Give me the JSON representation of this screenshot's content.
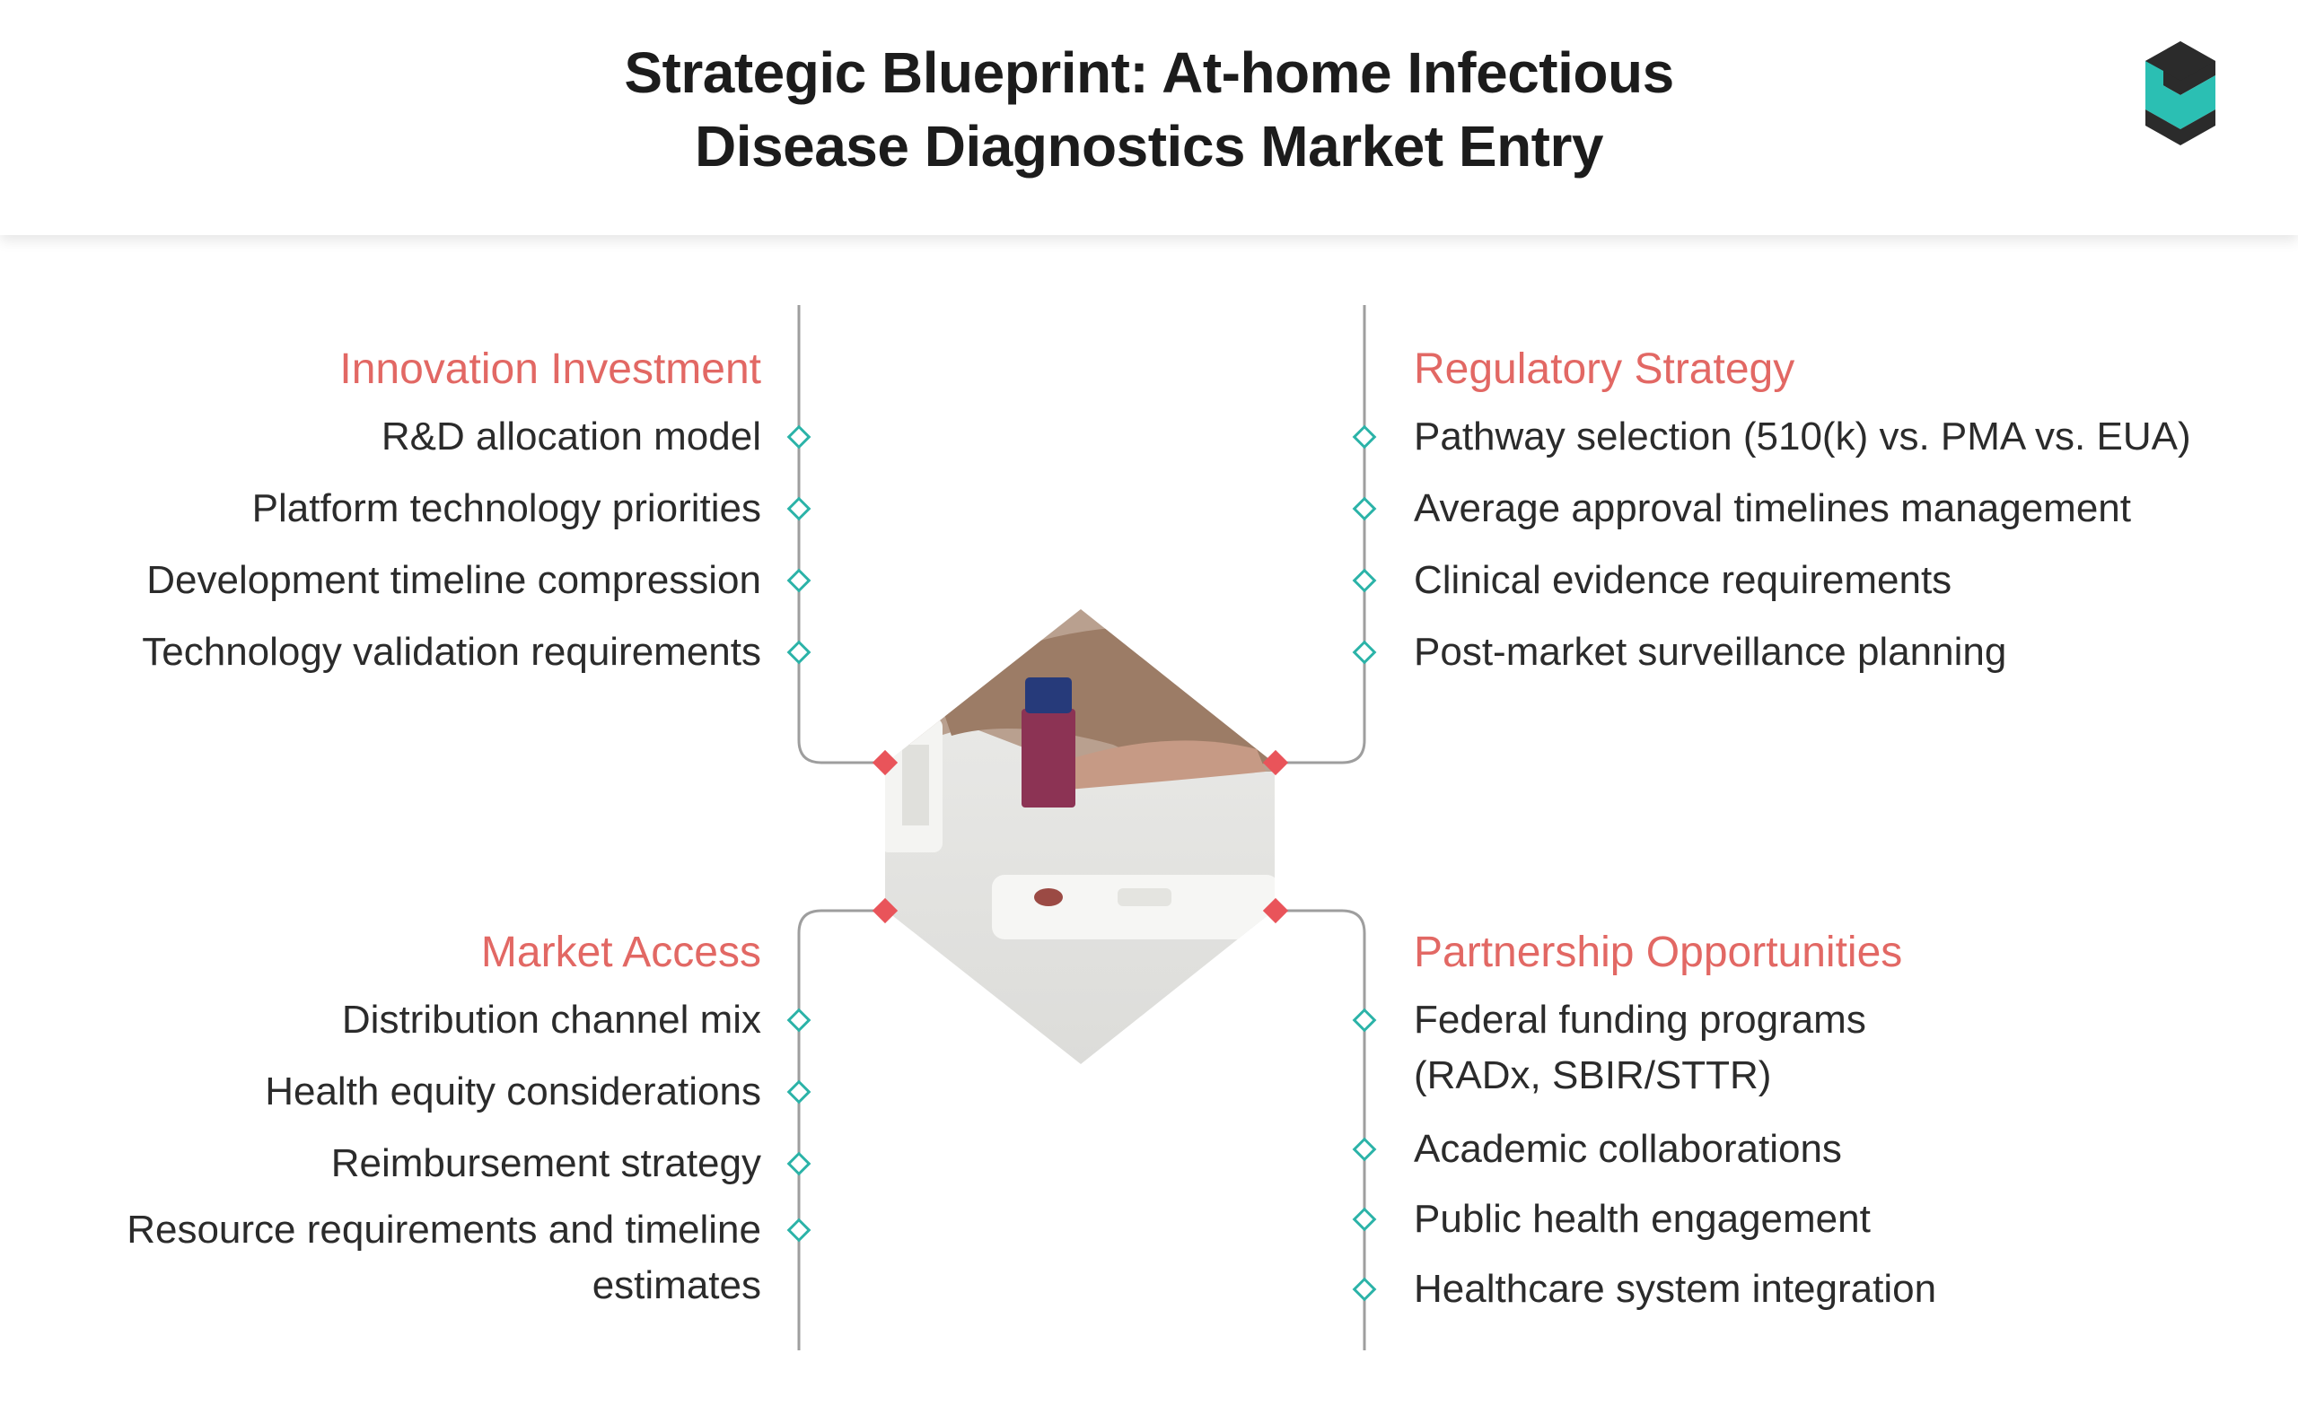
{
  "title": {
    "line1": "Strategic Blueprint: At-home Infectious",
    "line2": "Disease Diagnostics Market Entry"
  },
  "logo": {
    "icon": "brand-cube-logo",
    "colors": [
      "#2b2b2b",
      "#2bbfb3"
    ]
  },
  "colors": {
    "accent": "#e26864",
    "teal_dot": "#2bb3a8",
    "connector": "#9e9e9e",
    "red_node": "#e9545a"
  },
  "center_image": {
    "icon": "rapid-test-photo-hexagon"
  },
  "sections": {
    "innovation": {
      "title": "Innovation Investment",
      "items": [
        "R&D allocation model",
        "Platform technology priorities",
        "Development timeline compression",
        "Technology validation requirements"
      ]
    },
    "regulatory": {
      "title": "Regulatory Strategy",
      "items": [
        "Pathway selection (510(k) vs. PMA vs. EUA)",
        "Average approval timelines management",
        "Clinical evidence requirements",
        "Post-market surveillance planning"
      ]
    },
    "market": {
      "title": "Market Access",
      "items": [
        "Distribution channel mix",
        "Health equity considerations",
        "Reimbursement strategy",
        "Resource requirements and timeline estimates"
      ]
    },
    "partnership": {
      "title": "Partnership Opportunities",
      "items": [
        "Federal funding programs (RADx, SBIR/STTR)",
        "Academic collaborations",
        "Public health engagement",
        "Healthcare system integration"
      ]
    }
  }
}
